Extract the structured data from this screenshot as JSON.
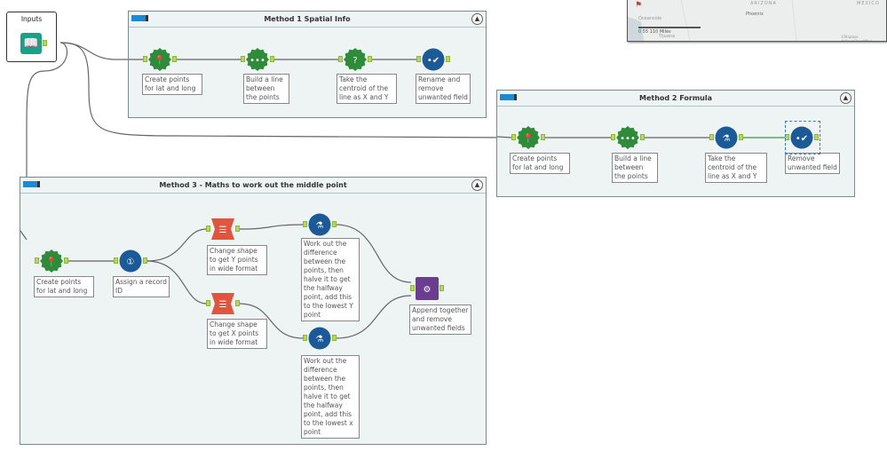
{
  "inputs": {
    "title": "Inputs",
    "icon": "input-data-book-icon"
  },
  "containers": [
    {
      "title": "Method 1 Spatial Info"
    },
    {
      "title": "Method 2 Formula"
    },
    {
      "title": "Method 3 - Maths to work out the middle point"
    }
  ],
  "tools": {
    "m1_points": "Create points for lat and long",
    "m1_line": "Build a line between the points",
    "m1_centroid": "Take the centroid of the line as X and Y",
    "m1_select": "Rename and remove unwanted field",
    "m2_points": "Create points for lat and long",
    "m2_line": "Build a line between the points",
    "m2_formula": "Take the centroid of the line as X and Y",
    "m2_select": "Remove unwanted field",
    "m3_points": "Create points for lat and long",
    "m3_recordid": "Assign a record ID",
    "m3_crosstab_y": "Change shape to get Y points in wide format",
    "m3_crosstab_x": "Change shape to get X points in wide format",
    "m3_formula_y": "Work out the difference between the points, then halve it to get the halfway point, add this to the lowest Y point",
    "m3_formula_x": "Work out the difference between the points, then halve it to get the halfway point, add this to the lowest x point",
    "m3_append": "Append together and remove unwanted fields"
  },
  "map": {
    "state": "ARIZONA",
    "country": "MEXICO",
    "city1": "Phoenix",
    "city2": "Oceanside",
    "city3": "Tijuana",
    "scale": "0   55   110 Miles",
    "attribution": "©Mapbox ©OpenStreetMap"
  },
  "colors": {
    "spatial": "#2e8b3a",
    "formula": "#1b5a96",
    "crosstab": "#e0553f",
    "append": "#6a3d8f",
    "input": "#1aa18a",
    "anchor": "#b5d95a"
  }
}
